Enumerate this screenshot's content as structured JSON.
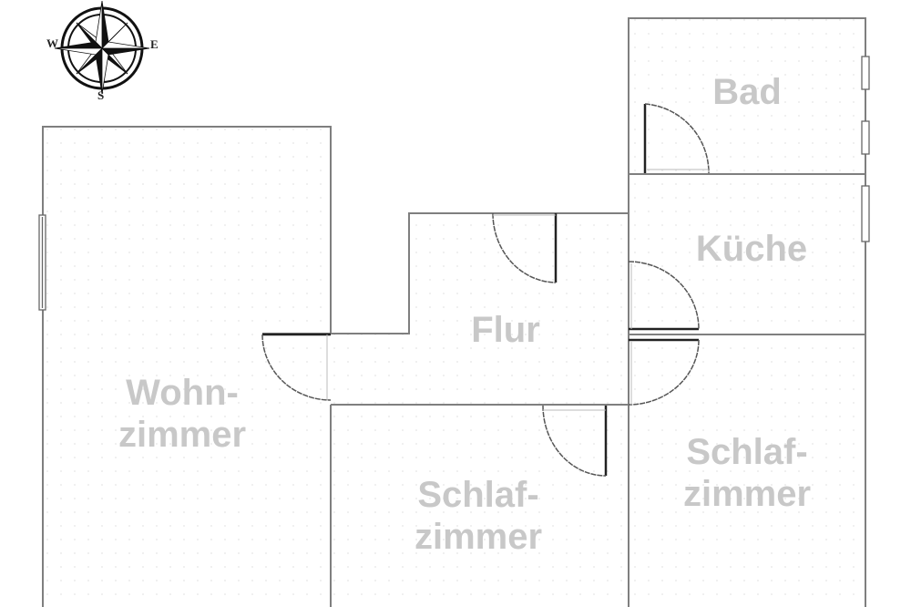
{
  "floorplan": {
    "colors": {
      "wall": "#7f7f7f",
      "door": "#333333",
      "label": "#c8c8c8",
      "background": "#ffffff",
      "grid_dot": "#e6e6e6"
    },
    "compass": {
      "west": "W",
      "east": "E",
      "south": "S"
    },
    "rooms": [
      {
        "id": "bad",
        "label": "Bad"
      },
      {
        "id": "kueche",
        "label": "Küche"
      },
      {
        "id": "flur",
        "label": "Flur"
      },
      {
        "id": "wohnzimmer",
        "label": "Wohn-\nzimmer"
      },
      {
        "id": "schlafzimmer-1",
        "label": "Schlaf-\nzimmer"
      },
      {
        "id": "schlafzimmer-2",
        "label": "Schlaf-\nzimmer"
      }
    ]
  }
}
